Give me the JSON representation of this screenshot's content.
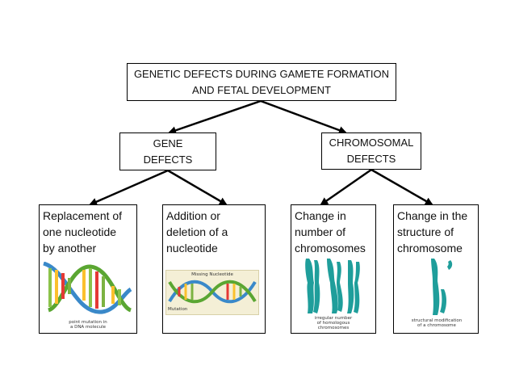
{
  "root": {
    "line1": "GENETIC DEFECTS DURING GAMETE FORMATION",
    "line2": "AND FETAL DEVELOPMENT"
  },
  "gene": {
    "line1": "GENE",
    "line2": "DEFECTS"
  },
  "chromosomal": {
    "line1": "CHROMOSOMAL",
    "line2": "DEFECTS"
  },
  "leaves": [
    {
      "lines": [
        "Replacement of",
        "one nucleotide",
        "by another"
      ],
      "caption": [
        "point mutation in",
        "a DNA molecule"
      ]
    },
    {
      "lines": [
        "Addition or",
        "deletion of a",
        "nucleotide"
      ],
      "caption_top": "Missing Nucleotide",
      "caption_bottom": "Mutation"
    },
    {
      "lines": [
        "Change in",
        "number of",
        "chromosomes"
      ],
      "caption": [
        "irregular number",
        "of homologous",
        "chromosomes"
      ]
    },
    {
      "lines": [
        "Change in the",
        "structure of",
        "chromosome"
      ],
      "caption": [
        "structural modification",
        "of a chromosome"
      ]
    }
  ],
  "colors": {
    "line": "#000000",
    "chromosome": "#1f9e9b",
    "dna_green": "#5aa632",
    "dna_blue": "#3a89c9"
  }
}
